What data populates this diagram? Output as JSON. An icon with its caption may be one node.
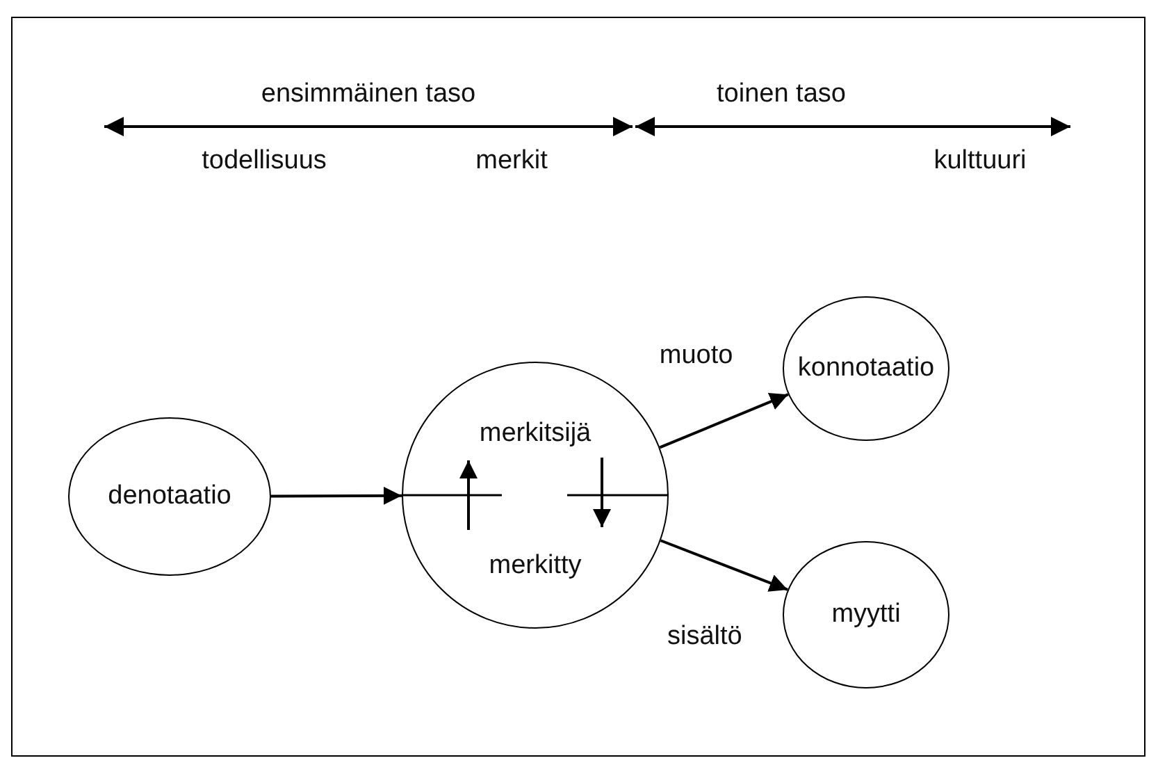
{
  "diagram": {
    "nodes": [
      {
        "text": [
          "denotaatio"
        ]
      },
      {
        "text": [
          "merkitsijä",
          "merkitty"
        ]
      },
      {
        "text": [
          "konnotaatio"
        ]
      },
      {
        "text": [
          "myytti"
        ]
      }
    ],
    "edges": [
      {
        "from": 0,
        "to": 1,
        "arrow": "to"
      },
      {
        "from": 1,
        "to": 2,
        "arrow": "to",
        "label": "muoto"
      },
      {
        "from": 1,
        "to": 3,
        "arrow": "to",
        "label": "sisältö"
      }
    ],
    "labels": [
      "ensimmäinen taso",
      "toinen taso",
      "todellisuus",
      "merkit",
      "kulttuuri"
    ]
  }
}
